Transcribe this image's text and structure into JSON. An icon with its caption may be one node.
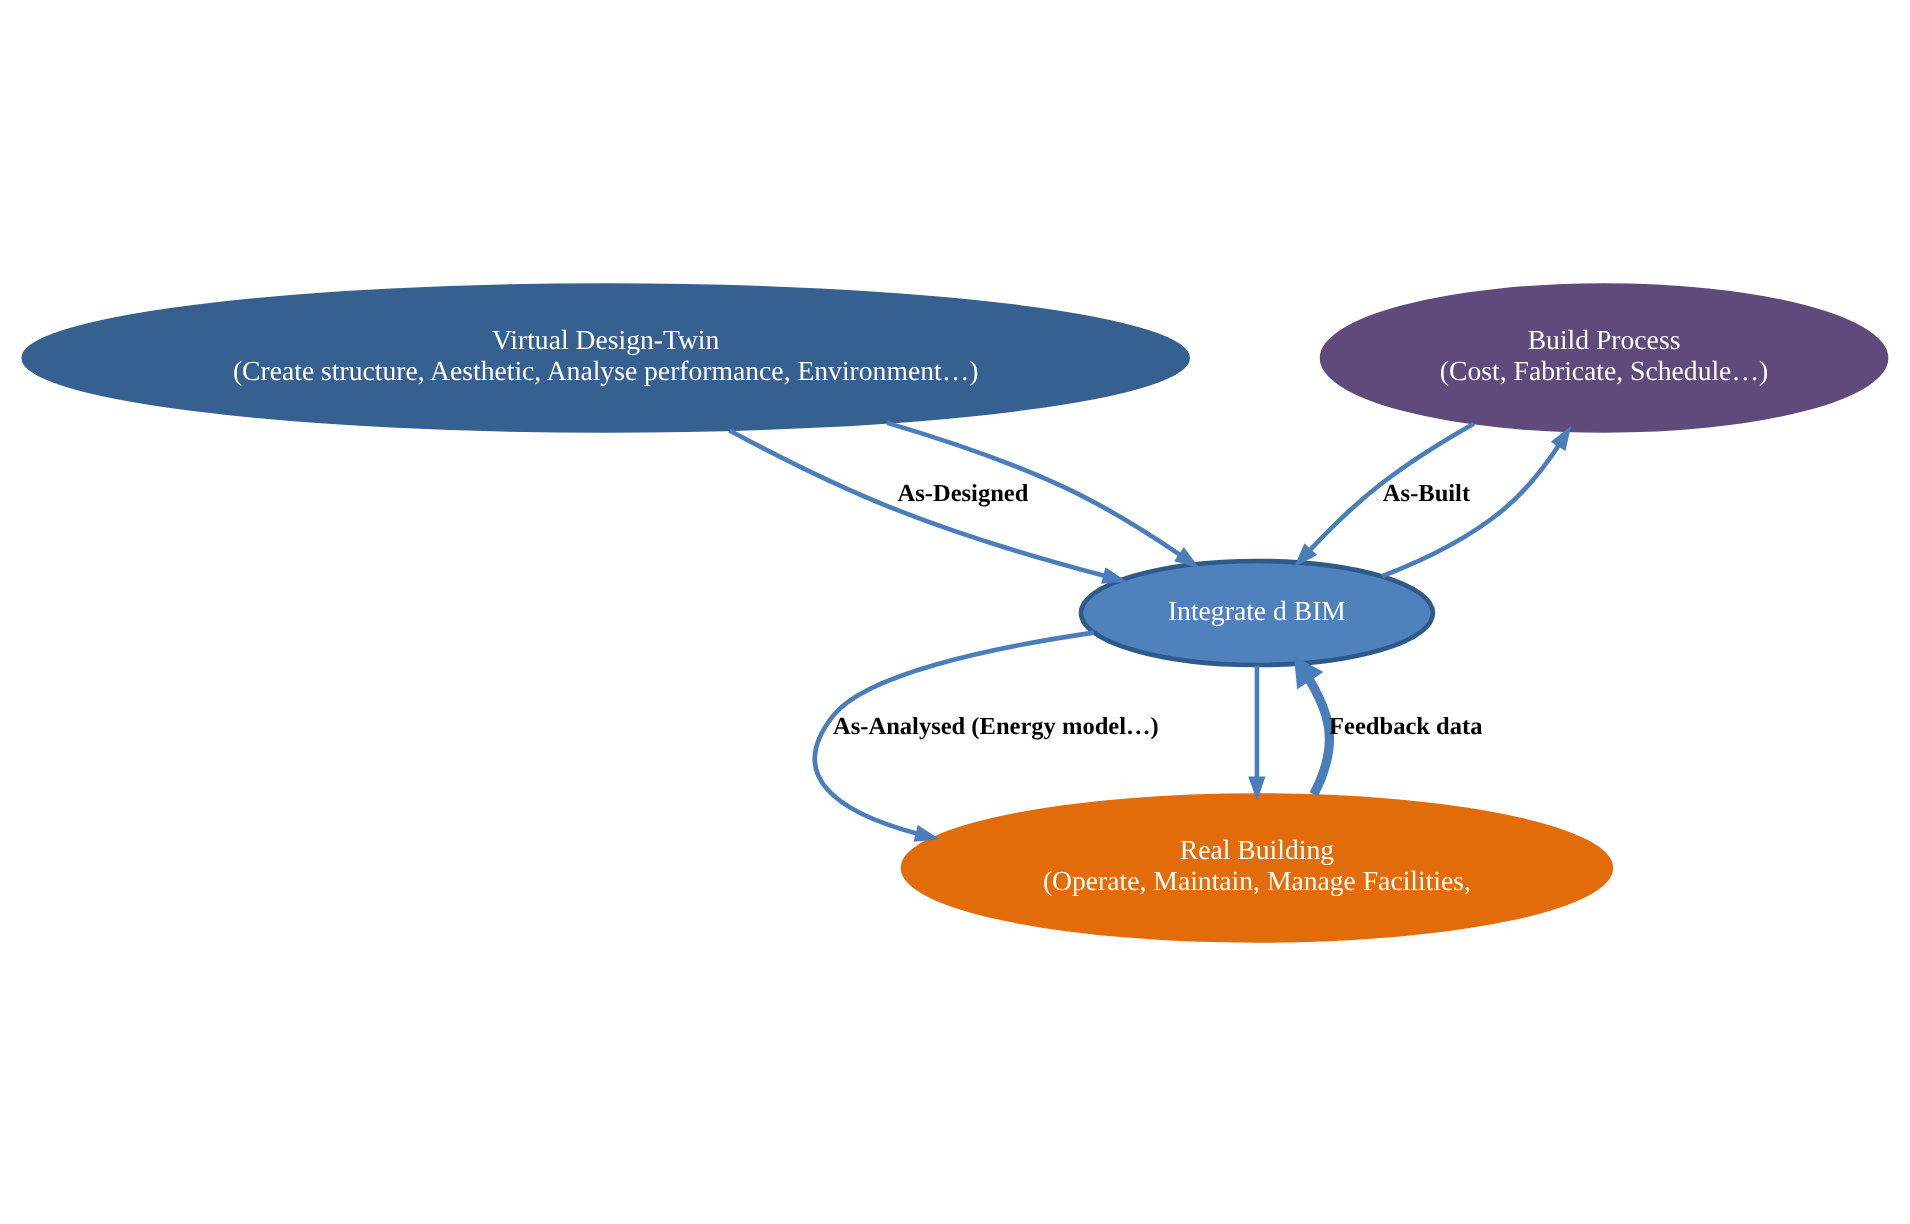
{
  "diagram": {
    "nodes": [
      {
        "text": [
          "Virtual Design-Twin",
          "(Create structure, Aesthetic, Analyse performance, Environment…)"
        ]
      },
      {
        "text": [
          "Integrate d BIM"
        ]
      },
      {
        "text": [
          "Build Process",
          "(Cost, Fabricate, Schedule…)"
        ]
      },
      {
        "text": [
          "Real Building",
          "(Operate, Maintain, Manage Facilities,"
        ]
      }
    ],
    "edges": [
      {
        "from": 0,
        "to": 1,
        "arrow": "to",
        "label": "As-Designed"
      },
      {
        "from": 1,
        "to": 2,
        "arrow": "to"
      },
      {
        "from": 0,
        "to": 1,
        "arrow": "to"
      },
      {
        "from": 1,
        "to": 3,
        "arrow": "to",
        "label": "As-Analysed (Energy model…)"
      },
      {
        "from": 3,
        "to": 1,
        "arrow": "to",
        "label": "Feedback data",
        "style": "thick"
      },
      {
        "from": 2,
        "to": 1,
        "arrow": "to",
        "label": "As-Built"
      },
      {
        "from": 1,
        "to": 3,
        "arrow": "to"
      }
    ]
  }
}
